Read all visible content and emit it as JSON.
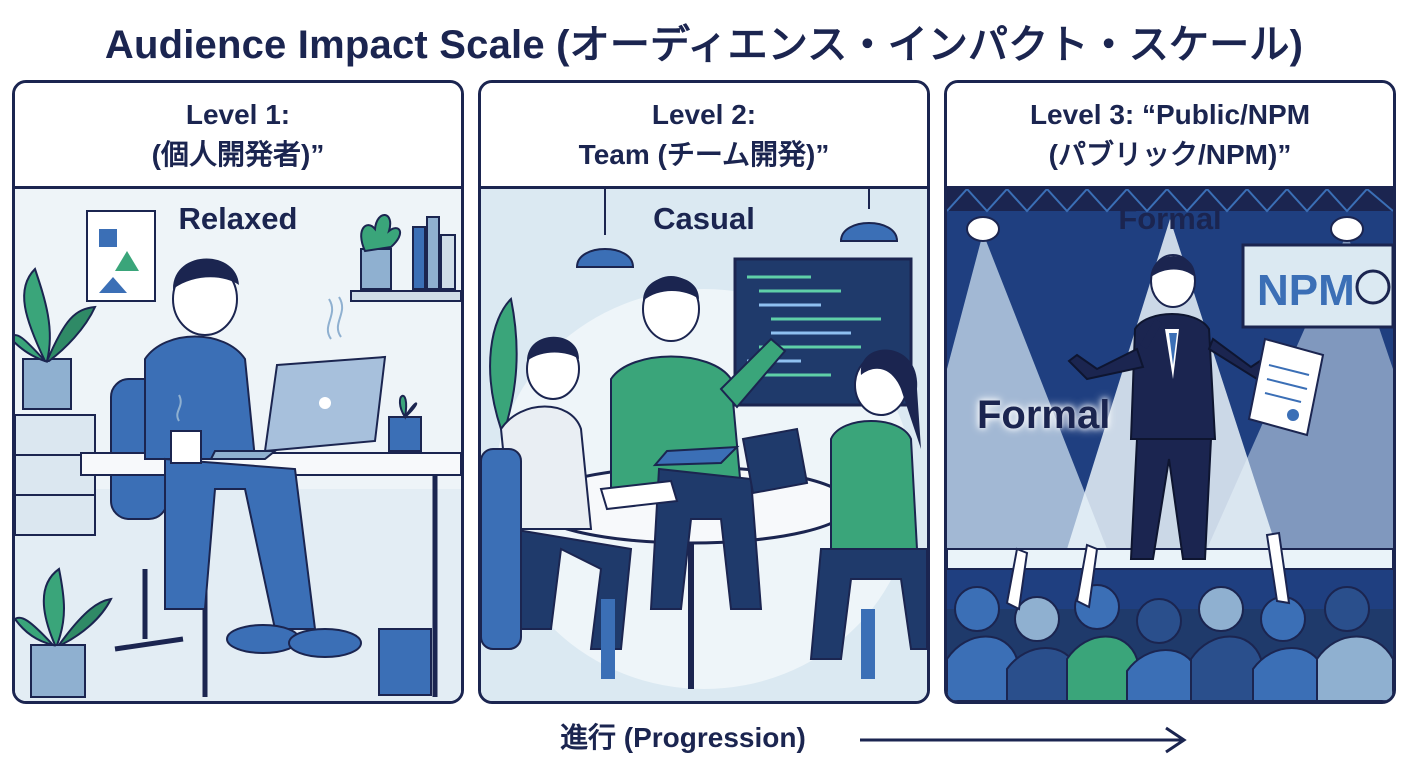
{
  "title": "Audience Impact Scale (オーディエンス・インパクト・スケール)",
  "panels": [
    {
      "line1": "Level 1:",
      "line2": "(個人開発者)”",
      "tone": "Relaxed"
    },
    {
      "line1": "Level 2:",
      "line2": "Team (チーム開発)”",
      "tone": "Casual"
    },
    {
      "line1": "Level 3: “Public/NPM",
      "line2": "(パブリック/NPM)”",
      "tone": "Formal",
      "tone_banner": "Formal",
      "sign_text": "NPM"
    }
  ],
  "progression_label": "進行 (Progression)",
  "colors": {
    "navy": "#1b2550",
    "blue": "#3b6fb6",
    "light_blue": "#dbe9f2",
    "green": "#3aa57a"
  }
}
